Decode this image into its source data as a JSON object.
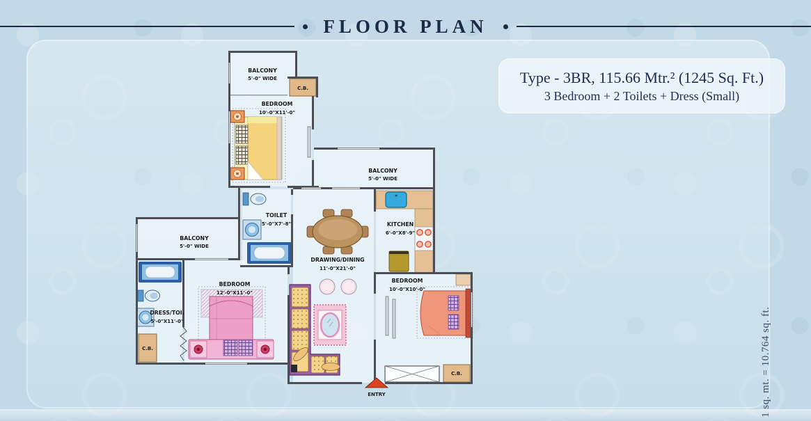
{
  "title": "FLOOR PLAN",
  "spec": {
    "line1": "Type - 3BR, 115.66 Mtr.² (1245 Sq. Ft.)",
    "line2": "3 Bedroom + 2 Toilets + Dress (Small)"
  },
  "note": "1 sq. mt. = 10.764 sq. ft.",
  "rooms": {
    "balcony_top": {
      "name": "BALCONY",
      "dims": "5'-0\" WIDE"
    },
    "cb_top": {
      "name": "C.B."
    },
    "bedroom_top": {
      "name": "BEDROOM",
      "dims": "10'-0\"X11'-0\""
    },
    "balcony_mid": {
      "name": "BALCONY",
      "dims": "5'-0\" WIDE"
    },
    "kitchen": {
      "name": "KITCHEN",
      "dims": "6'-0\"X8'-9\""
    },
    "toilet": {
      "name": "TOILET",
      "dims": "5'-0\"X7'-8\""
    },
    "balcony_left": {
      "name": "BALCONY",
      "dims": "5'-0\" WIDE"
    },
    "dress_toi": {
      "name": "DRESS/TOI.",
      "dims": "5'-0\"X11'-0\""
    },
    "bedroom_left": {
      "name": "BEDROOM",
      "dims": "12'-0\"X11'-0\""
    },
    "drawing_dining": {
      "name": "DRAWING/DINING",
      "dims": "11'-0\"X21'-0\""
    },
    "bedroom_right": {
      "name": "BEDROOM",
      "dims": "10'-0\"X10'-0\""
    },
    "cb_left": {
      "name": "C.B."
    },
    "cb_right": {
      "name": "C.B."
    },
    "entry": {
      "name": "ENTRY"
    }
  },
  "colors": {
    "wall": "#4d4f56",
    "navy": "#1d2a45",
    "cupboard": "#e2b988",
    "counter": "#e4c094",
    "bed_yellow": "#f5d27c",
    "bed_pink": "#ee9fc7",
    "bed_salmon": "#f0967a",
    "sofa": "#9a5fa5",
    "cushion": "#f3d488",
    "table": "#bb9260",
    "pouf": "#f8dfe8",
    "rug": "#f2c6d8",
    "mirror": "#cfe2f0",
    "sink": "#35aadf",
    "fridge": "#b5992e",
    "fixture": "#8fc2e2",
    "entry_arrow": "#d9441f"
  }
}
